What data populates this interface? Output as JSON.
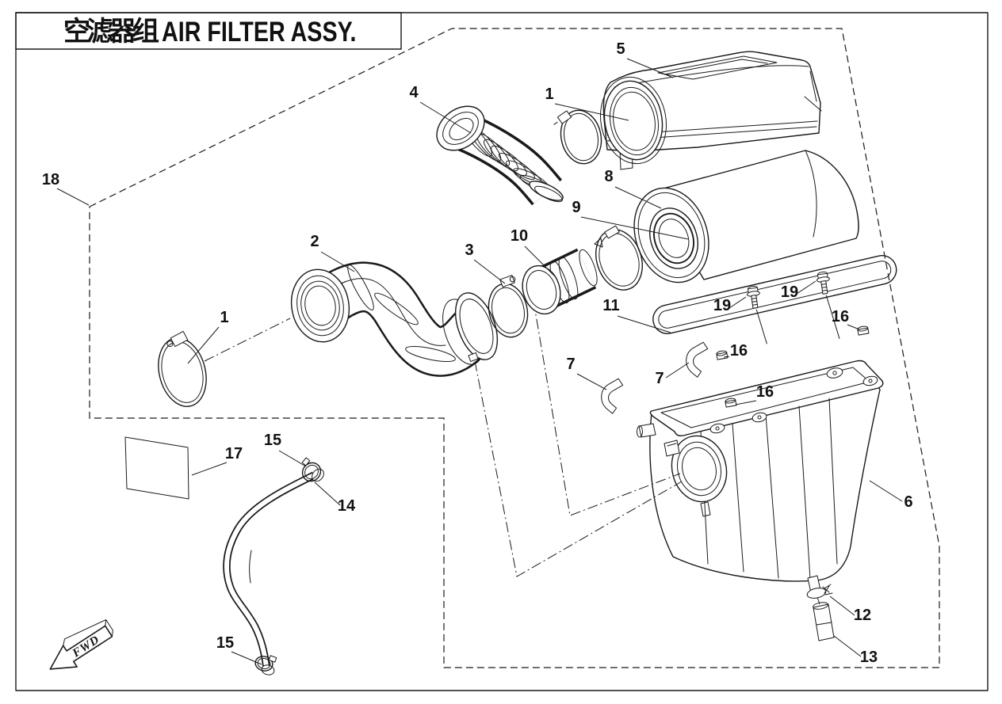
{
  "title_block": {
    "cn": "空滤器组",
    "en": "AIR FILTER ASSY."
  },
  "fwd": "FWD",
  "callouts": {
    "c18": "18",
    "c5": "5",
    "c1a": "1",
    "c4": "4",
    "c8": "8",
    "c9": "9",
    "c10": "10",
    "c3": "3",
    "c2": "2",
    "c1b": "1",
    "c11": "11",
    "c19a": "19",
    "c19b": "19",
    "c16a": "16",
    "c16b": "16",
    "c16c": "16",
    "c7a": "7",
    "c7b": "7",
    "c6": "6",
    "c12": "12",
    "c13": "13",
    "c17": "17",
    "c15a": "15",
    "c14": "14",
    "c15b": "15"
  },
  "colors": {
    "line": "#1a1a1a",
    "bg": "#ffffff"
  }
}
